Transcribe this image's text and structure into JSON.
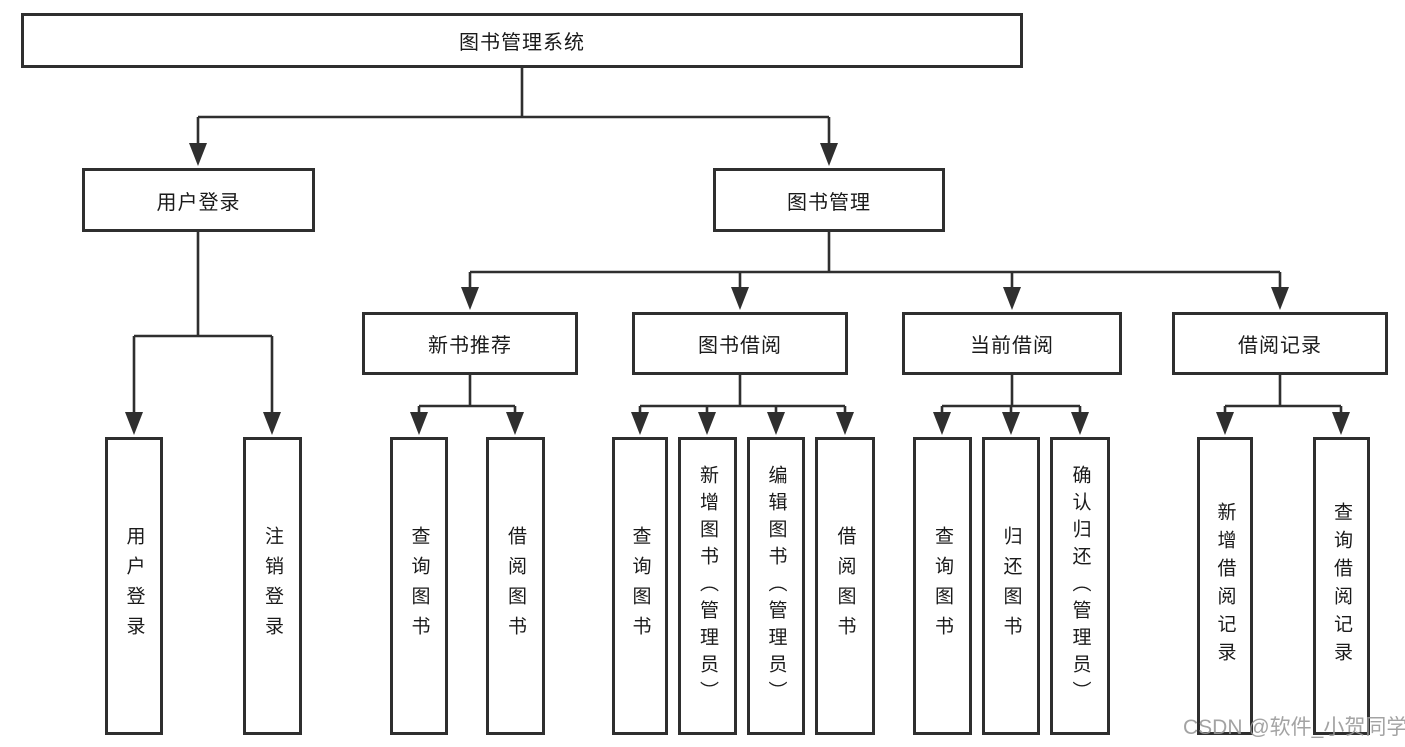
{
  "diagram_type": "hierarchy-tree",
  "colors": {
    "line": "#2f2f2f",
    "text": "#1a1a1a",
    "watermark": "#9a9a9a",
    "background": "#ffffff"
  },
  "watermark": {
    "text": "CSDN @软件_小贺同学"
  },
  "tree": {
    "label": "图书管理系统",
    "children": [
      {
        "label": "用户登录",
        "children": [
          {
            "label": "用户登录"
          },
          {
            "label": "注销登录"
          }
        ]
      },
      {
        "label": "图书管理",
        "children": [
          {
            "label": "新书推荐",
            "children": [
              {
                "label": "查询图书"
              },
              {
                "label": "借阅图书"
              }
            ]
          },
          {
            "label": "图书借阅",
            "children": [
              {
                "label": "查询图书"
              },
              {
                "label": "新增图书（管理员）"
              },
              {
                "label": "编辑图书（管理员）"
              },
              {
                "label": "借阅图书"
              }
            ]
          },
          {
            "label": "当前借阅",
            "children": [
              {
                "label": "查询图书"
              },
              {
                "label": "归还图书"
              },
              {
                "label": "确认归还（管理员）"
              }
            ]
          },
          {
            "label": "借阅记录",
            "children": [
              {
                "label": "新增借阅记录"
              },
              {
                "label": "查询借阅记录"
              }
            ]
          }
        ]
      }
    ]
  }
}
